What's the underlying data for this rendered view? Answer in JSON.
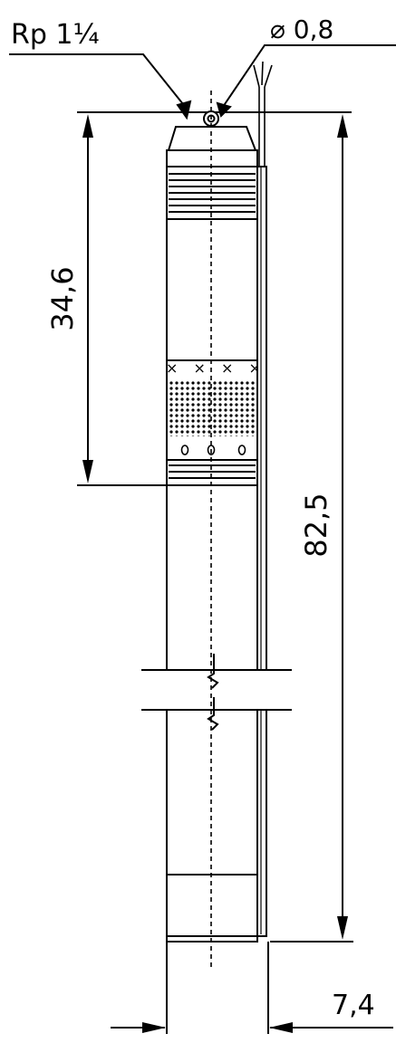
{
  "labels": {
    "thread_size": "Rp 1¼",
    "cable_diameter": "⌀ 0,8",
    "upper_section_height": "34,6",
    "overall_height": "82,5",
    "diameter": "7,4"
  }
}
